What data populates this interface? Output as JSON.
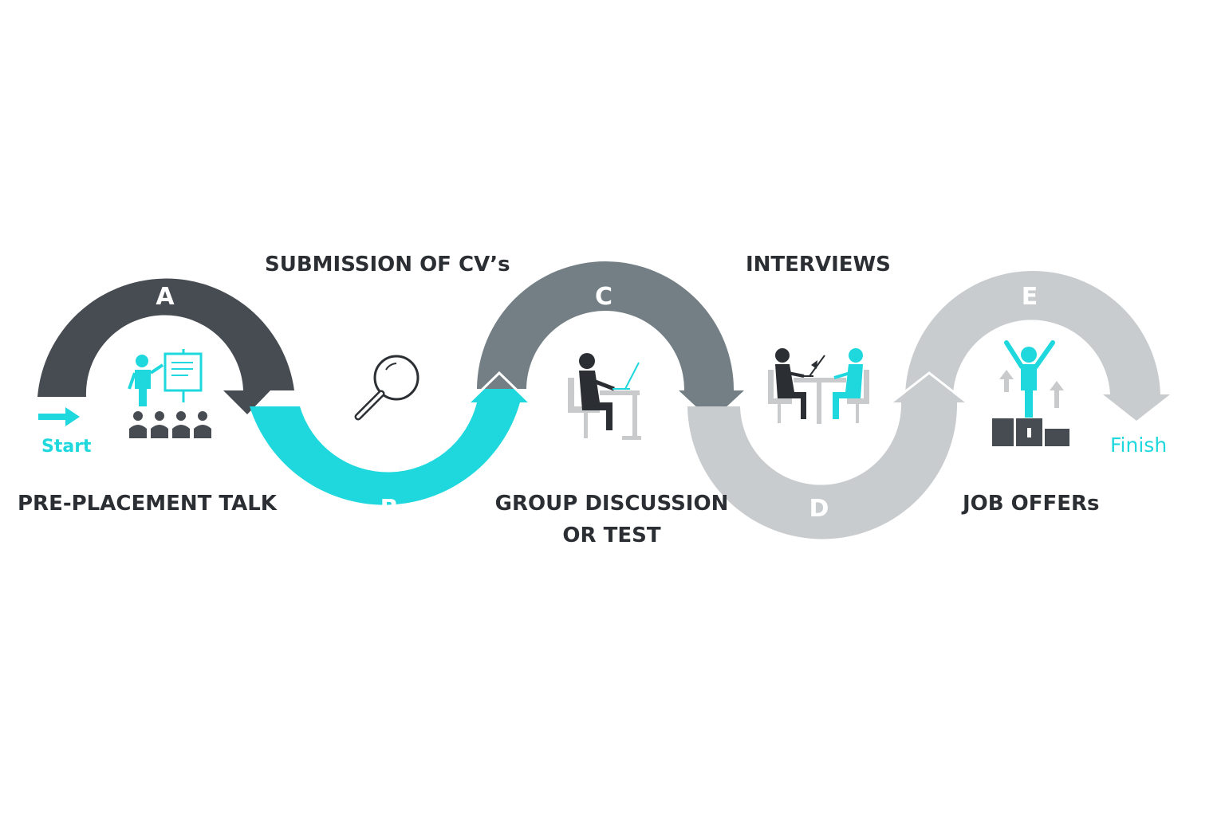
{
  "colors": {
    "dark": "#474c52",
    "teal": "#1fd8dd",
    "slate": "#737f84",
    "light": "#c9ccce",
    "text": "#2b2f33",
    "icon_gray": "#c8cacc"
  },
  "start": {
    "label": "Start",
    "icon": "arrow-right-icon"
  },
  "finish": {
    "label": "Finish"
  },
  "steps": [
    {
      "letter": "A",
      "label": "PRE-PLACEMENT TALK",
      "icon": "presentation-icon"
    },
    {
      "letter": "B",
      "label": "SUBMISSION OF CV’s",
      "icon": "magnifier-icon"
    },
    {
      "letter": "C",
      "label_line1": "GROUP DISCUSSION",
      "label_line2": "OR TEST",
      "icon": "desk-worker-icon"
    },
    {
      "letter": "D",
      "label": "INTERVIEWS",
      "icon": "interview-icon"
    },
    {
      "letter": "E",
      "label": "JOB OFFERs",
      "icon": "podium-winner-icon"
    }
  ]
}
